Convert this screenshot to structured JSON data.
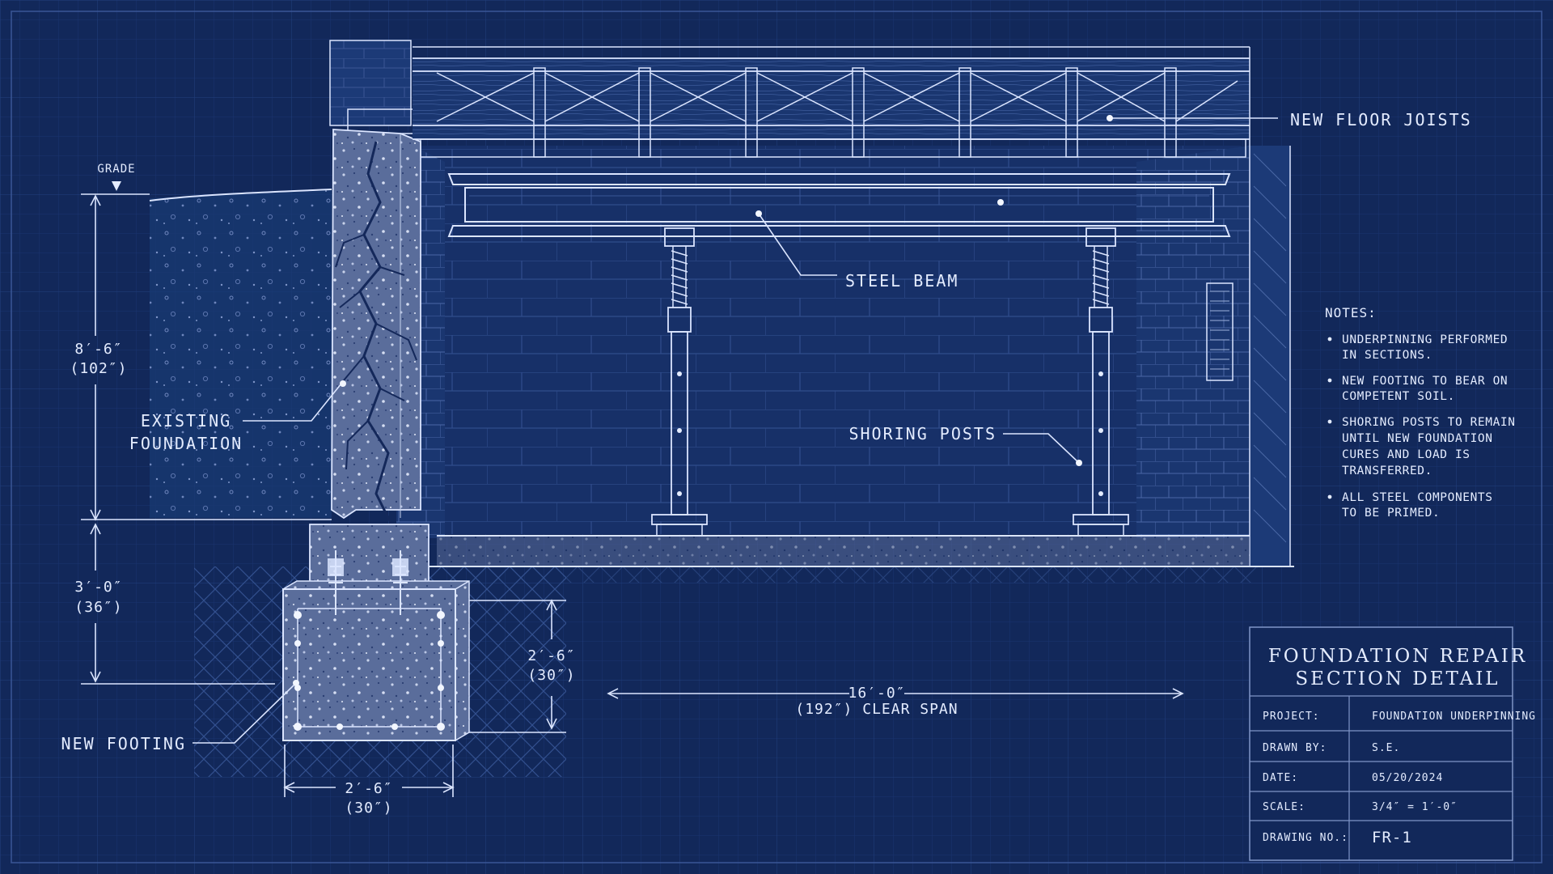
{
  "colors": {
    "background": "#12285a",
    "grid": "#1f3a74",
    "linework": "#dbe5ff",
    "concrete": "#9aa6c4"
  },
  "labels": {
    "grade": "GRADE",
    "new_floor_joists": "NEW FLOOR JOISTS",
    "steel_beam": "STEEL BEAM",
    "existing_foundation": [
      "EXISTING",
      "FOUNDATION"
    ],
    "shoring_posts": "SHORING POSTS",
    "new_footing": "NEW FOOTING"
  },
  "dimensions": {
    "wall_height": {
      "ft": "8′-6″",
      "in": "(102″)"
    },
    "footing_depth": {
      "ft": "3′-0″",
      "in": "(36″)"
    },
    "footing_height": {
      "ft": "2′-6″",
      "in": "(30″)"
    },
    "footing_width": {
      "ft": "2′-6″",
      "in": "(30″)"
    },
    "clear_span": {
      "ft": "16′-0″",
      "in": "(192″) CLEAR SPAN"
    }
  },
  "notes": {
    "heading": "NOTES:",
    "items": [
      [
        "UNDERPINNING PERFORMED",
        "IN SECTIONS."
      ],
      [
        "NEW FOOTING TO BEAR ON",
        "COMPETENT SOIL."
      ],
      [
        "SHORING POSTS TO REMAIN",
        "UNTIL NEW FOUNDATION",
        "CURES AND LOAD IS",
        "TRANSFERRED."
      ],
      [
        "ALL STEEL COMPONENTS",
        "TO BE PRIMED."
      ]
    ]
  },
  "title_block": {
    "title_line1": "FOUNDATION REPAIR",
    "title_line2": "SECTION DETAIL",
    "rows": [
      {
        "key": "PROJECT:",
        "value": "FOUNDATION UNDERPINNING"
      },
      {
        "key": "DRAWN BY:",
        "value": "S.E."
      },
      {
        "key": "DATE:",
        "value": "05/20/2024"
      },
      {
        "key": "SCALE:",
        "value": "3/4″ = 1′-0″"
      },
      {
        "key": "DRAWING NO.:",
        "value": "FR-1"
      }
    ]
  }
}
